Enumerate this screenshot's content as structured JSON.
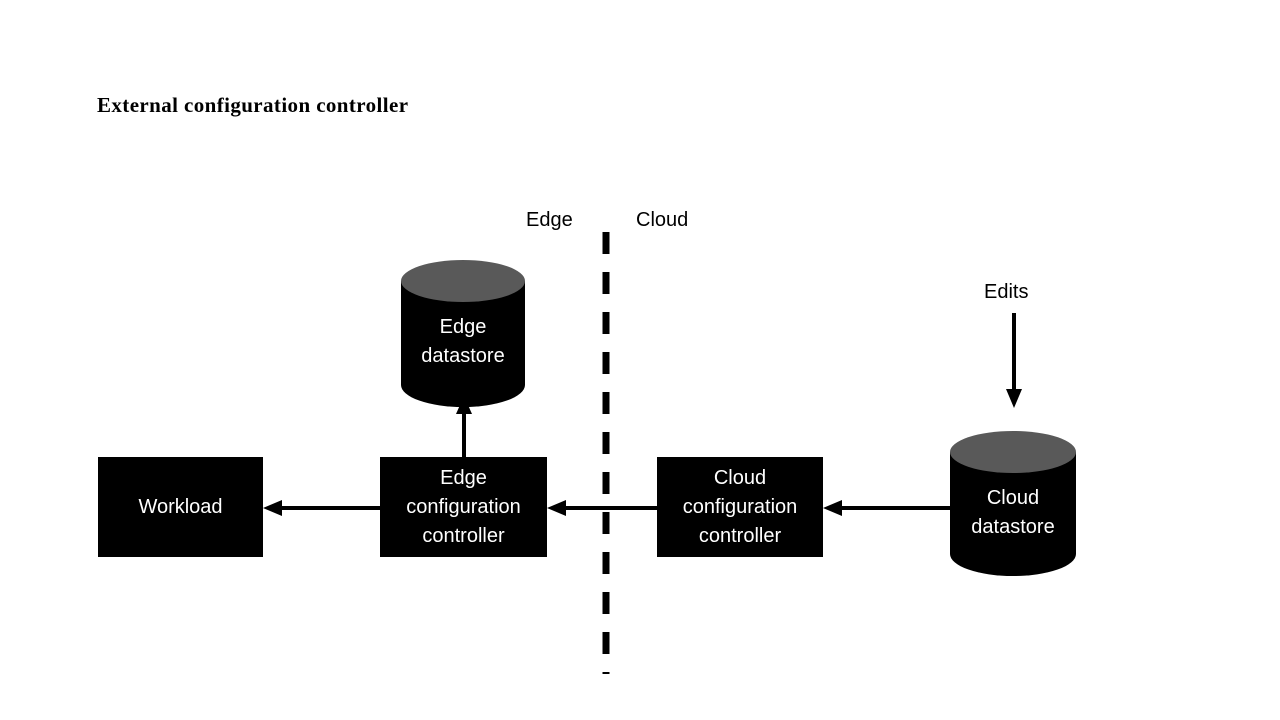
{
  "title": "External configuration controller",
  "colors": {
    "background": "#ffffff",
    "node_fill": "#000000",
    "node_text": "#ffffff",
    "cylinder_top": "#595959",
    "stroke": "#000000"
  },
  "zones": {
    "left_label": "Edge",
    "right_label": "Cloud",
    "divider_style": "dashed-vertical"
  },
  "nodes": {
    "workload": {
      "label": "Workload",
      "shape": "rectangle"
    },
    "edge_controller": {
      "shape": "rectangle",
      "lines": [
        "Edge",
        "configuration",
        "controller"
      ]
    },
    "cloud_controller": {
      "shape": "rectangle",
      "lines": [
        "Cloud",
        "configuration",
        "controller"
      ]
    },
    "edge_datastore": {
      "shape": "cylinder",
      "lines": [
        "Edge",
        "datastore"
      ]
    },
    "cloud_datastore": {
      "shape": "cylinder",
      "lines": [
        "Cloud",
        "datastore"
      ]
    }
  },
  "annotations": {
    "edits": "Edits"
  },
  "edges": [
    {
      "from": "edge_controller",
      "to": "workload",
      "direction": "left",
      "style": "solid-arrow"
    },
    {
      "from": "cloud_controller",
      "to": "edge_controller",
      "direction": "left",
      "style": "solid-arrow"
    },
    {
      "from": "cloud_datastore",
      "to": "cloud_controller",
      "direction": "left",
      "style": "solid-arrow"
    },
    {
      "from": "edge_controller",
      "to": "edge_datastore",
      "direction": "up",
      "style": "solid-arrow"
    },
    {
      "from": "edits",
      "to": "cloud_datastore",
      "direction": "down",
      "style": "solid-arrow"
    }
  ]
}
